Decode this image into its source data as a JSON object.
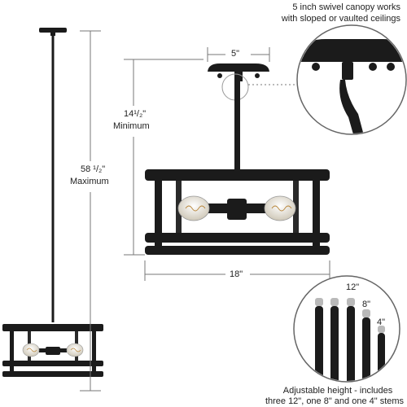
{
  "labels": {
    "canopy_width": "5\"",
    "min_height_value": "14¹/₂\"",
    "min_height_caption": "Minimum",
    "max_height_value": "58 ¹/₂\"",
    "max_height_caption": "Maximum",
    "fixture_width": "18\"",
    "stem_12": "12\"",
    "stem_8": "8\"",
    "stem_4": "4\""
  },
  "notes": {
    "canopy_line1": "5 inch swivel canopy works",
    "canopy_line2": "with sloped or vaulted ceilings",
    "stems_line1": "Adjustable height - includes",
    "stems_line2": "three 12\", one 8\" and one 4\" stems"
  },
  "colors": {
    "metal": "#1b1b1b",
    "dimension_line": "#777777",
    "bulb_glass": "#e9e4d8"
  }
}
